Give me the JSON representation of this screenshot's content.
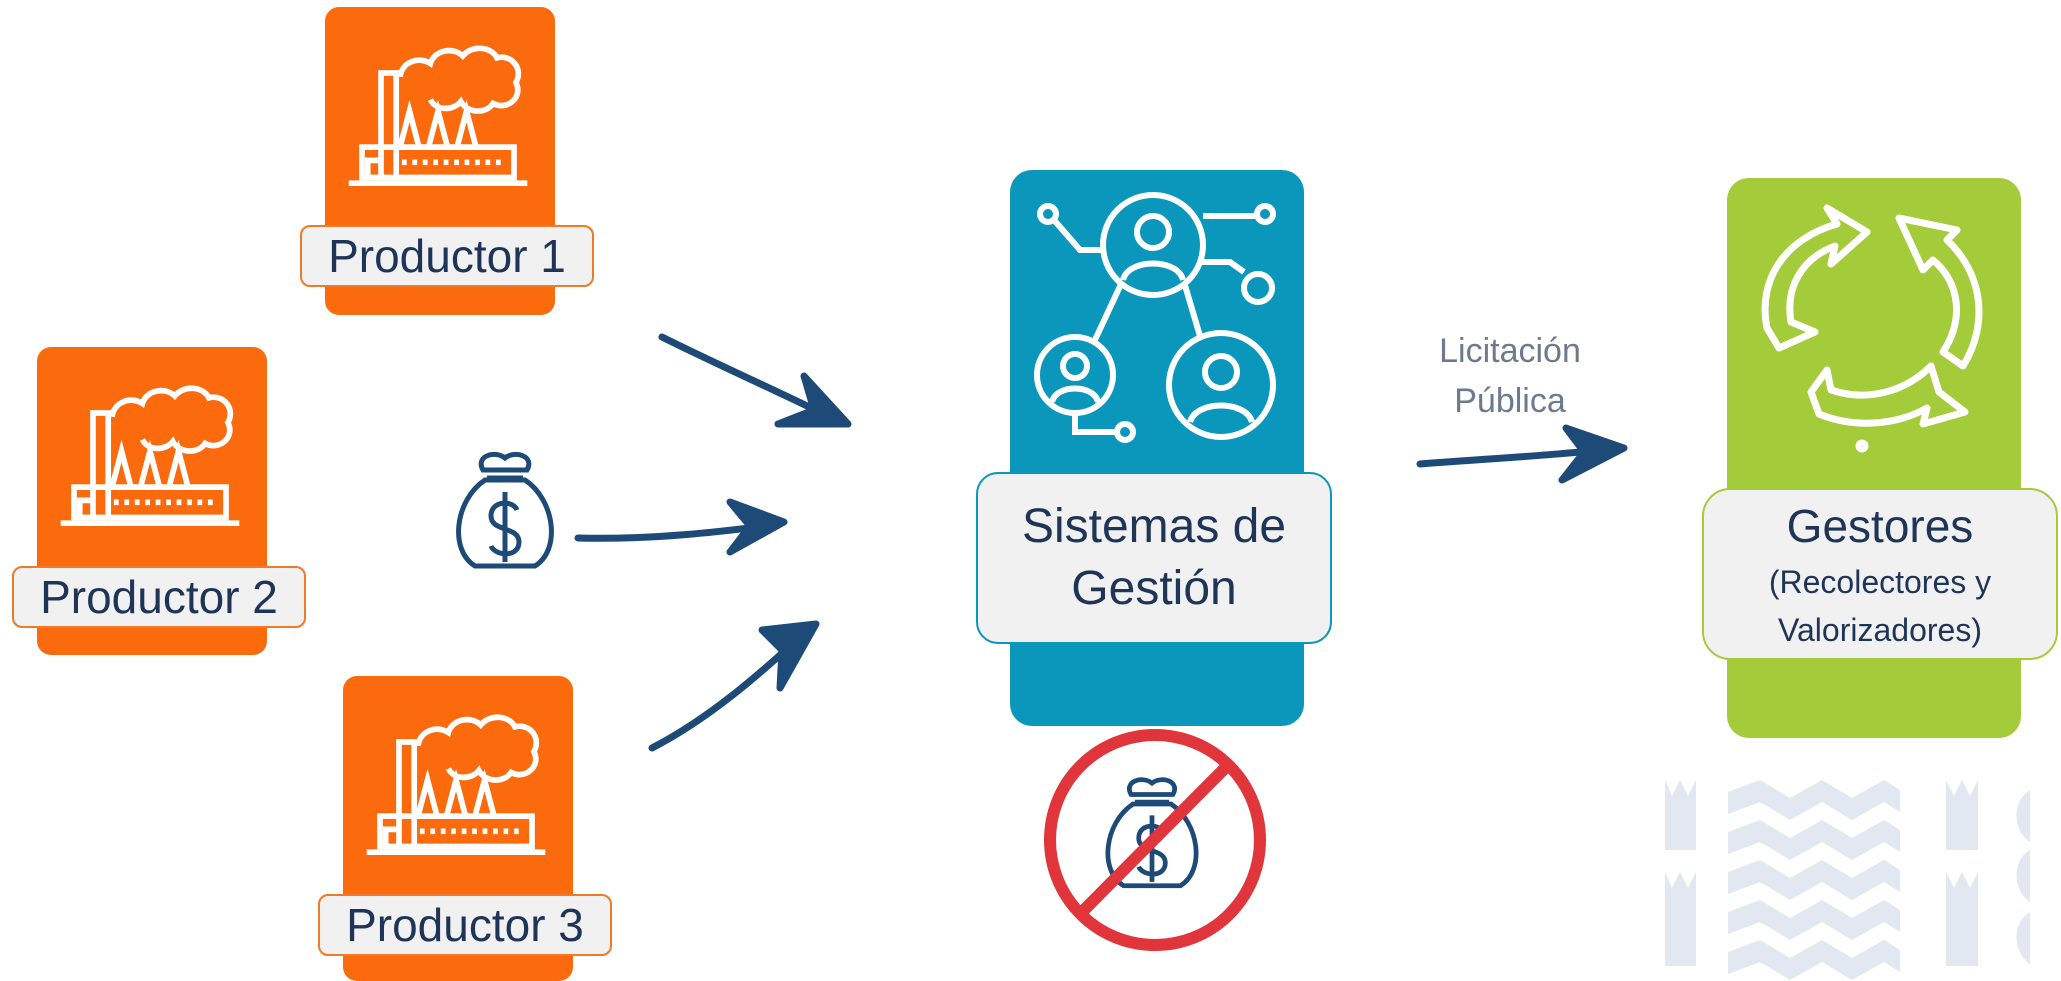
{
  "productores": [
    {
      "label": "Productor 1"
    },
    {
      "label": "Productor 2"
    },
    {
      "label": "Productor 3"
    }
  ],
  "sistemas": {
    "line1": "Sistemas de",
    "line2": "Gestión"
  },
  "licitacion": {
    "line1": "Licitación",
    "line2": "Pública"
  },
  "gestores": {
    "title": "Gestores",
    "line1": "(Recolectores y",
    "line2": "Valorizadores)"
  },
  "icons": [
    "factory-icon",
    "money-bag-icon",
    "network-people-icon",
    "recycle-icon",
    "no-money-icon",
    "watermark-logo"
  ],
  "colors": {
    "orange": "#fb6a0c",
    "teal": "#0a97bb",
    "green": "#a3cb3a",
    "navy": "#1e4a78",
    "red": "#e0353b"
  }
}
